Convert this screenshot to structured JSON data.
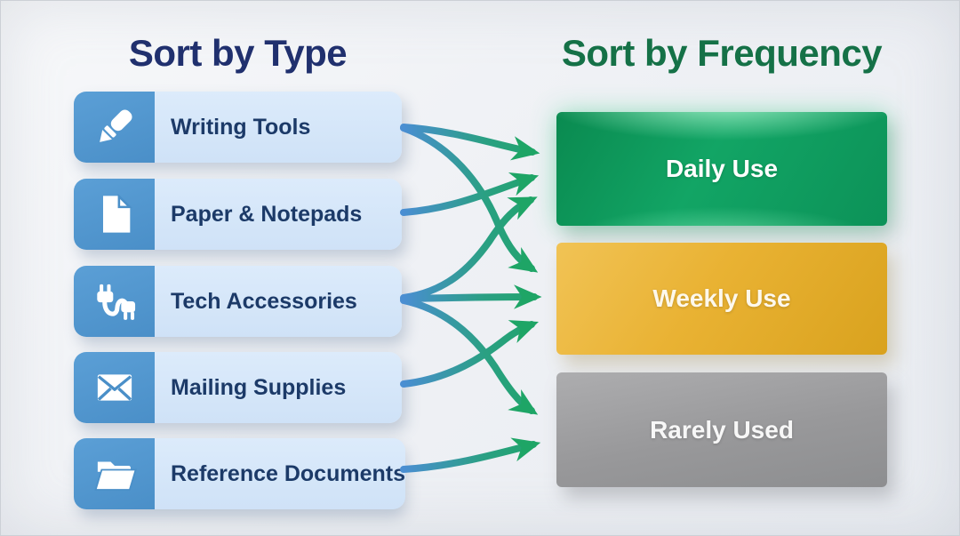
{
  "left_panel": {
    "title": "Sort by Type",
    "title_color": "#20306e",
    "items": [
      {
        "id": "writing-tools",
        "label": "Writing Tools",
        "icon": "pen-icon"
      },
      {
        "id": "paper-notepads",
        "label": "Paper & Notepads",
        "icon": "document-icon"
      },
      {
        "id": "tech-accessories",
        "label": "Tech Accessories",
        "icon": "plug-icon"
      },
      {
        "id": "mailing-supplies",
        "label": "Mailing Supplies",
        "icon": "envelope-icon"
      },
      {
        "id": "reference-documents",
        "label": "Reference Documents",
        "icon": "folder-icon"
      }
    ],
    "card_colors": {
      "icon_bg": "#4e95cc",
      "label_bg": "#d3e5f8",
      "text": "#1c3a68"
    }
  },
  "right_panel": {
    "title": "Sort by Frequency",
    "title_color": "#157147",
    "boxes": [
      {
        "id": "daily-use",
        "label": "Daily Use",
        "color": "#0f9d5b"
      },
      {
        "id": "weekly-use",
        "label": "Weekly Use",
        "color": "#e4ac26"
      },
      {
        "id": "rarely-used",
        "label": "Rarely Used",
        "color": "#9b9b9d"
      }
    ]
  },
  "connections": [
    {
      "from": "writing-tools",
      "to": "daily-use"
    },
    {
      "from": "writing-tools",
      "to": "weekly-use"
    },
    {
      "from": "paper-notepads",
      "to": "daily-use"
    },
    {
      "from": "tech-accessories",
      "to": "daily-use"
    },
    {
      "from": "tech-accessories",
      "to": "weekly-use"
    },
    {
      "from": "tech-accessories",
      "to": "rarely-used"
    },
    {
      "from": "mailing-supplies",
      "to": "weekly-use"
    },
    {
      "from": "reference-documents",
      "to": "rarely-used"
    }
  ],
  "arrow_colors": {
    "start": "#4a8ed2",
    "end": "#1ea566"
  }
}
